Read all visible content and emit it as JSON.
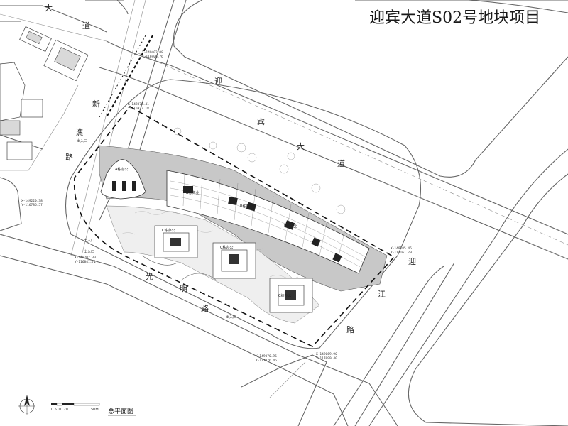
{
  "title": "迎宾大道S02号地块项目",
  "roads": {
    "yingbin": [
      "迎",
      "宾",
      "大",
      "道"
    ],
    "da_dao_nw": [
      "大",
      "道"
    ],
    "xinqiao": [
      "新",
      "谯",
      "路"
    ],
    "guangming": [
      "光",
      "明",
      "路"
    ],
    "yingjiang": [
      "迎",
      "江",
      "路"
    ]
  },
  "coordinates": {
    "c1": [
      "X-149402.08",
      "Y-116906.76"
    ],
    "c2": [
      "X-149379.41",
      "Y-116922.18"
    ],
    "c3": [
      "X-149220.38",
      "Y-116786.57"
    ],
    "c4": [
      "X-149202.30",
      "Y-116841.71"
    ],
    "c5": [
      "X-149185.46",
      "Y-117161.79"
    ],
    "c6": [
      "X-149070.96",
      "Y-117076.46"
    ],
    "c7": [
      "X-149069.90",
      "Y-117099.40"
    ]
  },
  "building_labels": {
    "office_a": "A栋办公",
    "shop_b": "B栋商业",
    "shop_b2": "B栋商业",
    "shop_b3": "B栋商业",
    "office_c1": "C栋办公",
    "office_c2": "C栋办公",
    "office_c3": "C栋办公"
  },
  "entrances": {
    "e1": "出入口",
    "e2": "出入口",
    "e3": "出入口",
    "e4": "出入口"
  },
  "scale_bar": {
    "ticks": "0 5 10  20",
    "end": "50M"
  },
  "caption": "总平面图"
}
